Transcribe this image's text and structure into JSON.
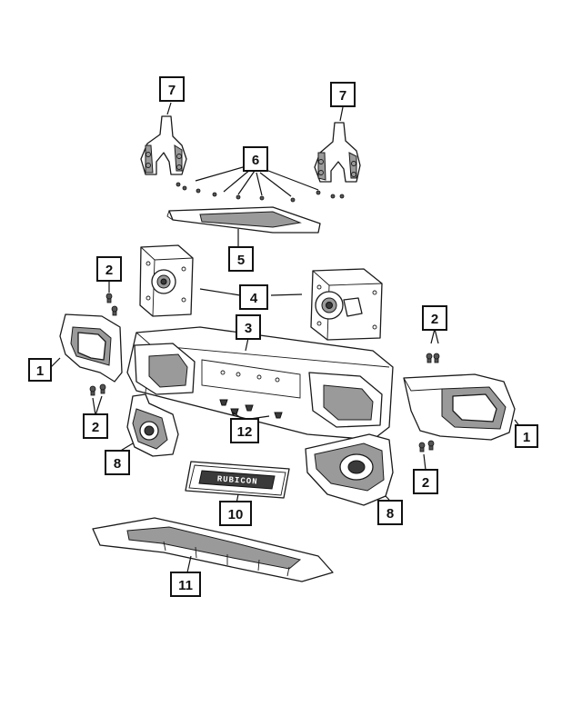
{
  "diagram": {
    "callouts": [
      {
        "id": "c7a",
        "label": "7"
      },
      {
        "id": "c7b",
        "label": "7"
      },
      {
        "id": "c6",
        "label": "6"
      },
      {
        "id": "c5",
        "label": "5"
      },
      {
        "id": "c2a",
        "label": "2"
      },
      {
        "id": "c4",
        "label": "4"
      },
      {
        "id": "c3",
        "label": "3"
      },
      {
        "id": "c2b",
        "label": "2"
      },
      {
        "id": "c1a",
        "label": "1"
      },
      {
        "id": "c2c",
        "label": "2"
      },
      {
        "id": "c12",
        "label": "12"
      },
      {
        "id": "c1b",
        "label": "1"
      },
      {
        "id": "c8a",
        "label": "8"
      },
      {
        "id": "c2d",
        "label": "2"
      },
      {
        "id": "c10",
        "label": "10"
      },
      {
        "id": "c8b",
        "label": "8"
      },
      {
        "id": "c11",
        "label": "11"
      }
    ],
    "badge_text": "RUBICON"
  }
}
